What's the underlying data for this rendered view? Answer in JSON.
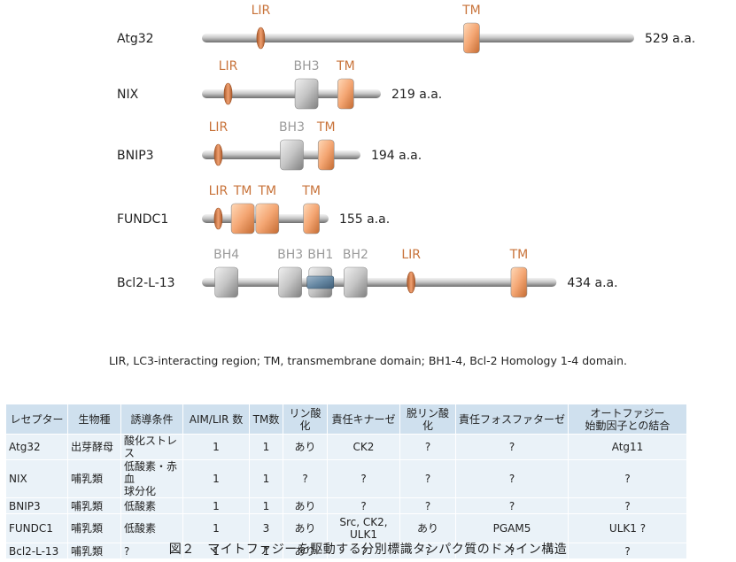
{
  "colors": {
    "lir": "#c8733a",
    "tm": "#c8733a",
    "bh": "#9a9a9a"
  },
  "proteins": [
    {
      "name": "Atg32",
      "length": "529 a.a.",
      "domains": [
        {
          "type": "LIR",
          "label": "LIR",
          "pos": 72
        },
        {
          "type": "TM",
          "label": "TM",
          "pos": 330
        }
      ]
    },
    {
      "name": "NIX",
      "length": "219 a.a.",
      "domains": [
        {
          "type": "LIR",
          "label": "LIR",
          "pos": 32
        },
        {
          "type": "BH",
          "label": "BH3",
          "pos": 128
        },
        {
          "type": "TM",
          "label": "TM",
          "pos": 176
        }
      ]
    },
    {
      "name": "BNIP3",
      "length": "194 a.a.",
      "domains": [
        {
          "type": "LIR",
          "label": "LIR",
          "pos": 20
        },
        {
          "type": "BH",
          "label": "BH3",
          "pos": 110
        },
        {
          "type": "TM",
          "label": "TM",
          "pos": 152
        }
      ]
    },
    {
      "name": "FUNDC1",
      "length": "155 a.a.",
      "domains": [
        {
          "type": "LIR",
          "label": "LIR",
          "pos": 20
        },
        {
          "type": "TM",
          "label": "TM",
          "pos": 50
        },
        {
          "type": "TM",
          "label": "TM",
          "pos": 80
        },
        {
          "type": "TM",
          "label": "TM",
          "pos": 134
        }
      ]
    },
    {
      "name": "Bcl2-L-13",
      "length": "434 a.a.",
      "domains": [
        {
          "type": "BH",
          "label": "BH4",
          "pos": 30
        },
        {
          "type": "BH",
          "label": "BH3",
          "pos": 108
        },
        {
          "type": "BH1",
          "label": "BH1",
          "pos": 145
        },
        {
          "type": "BH",
          "label": "BH2",
          "pos": 188
        },
        {
          "type": "LIR",
          "label": "LIR",
          "pos": 256
        },
        {
          "type": "TM",
          "label": "TM",
          "pos": 388
        }
      ]
    }
  ],
  "legend": "LIR, LC3-interacting region; TM, transmembrane domain; BH1-4, Bcl-2 Homology 1-4 domain.",
  "table": {
    "headers": [
      "レセプター",
      "生物種",
      "誘導条件",
      "AIM/LIR 数",
      "TM数",
      "リン酸化",
      "責任キナーゼ",
      "脱リン酸化",
      "責任フォスファターゼ",
      "オートファジー\n始動因子との結合"
    ],
    "rows": [
      [
        "Atg32",
        "出芽酵母",
        "酸化ストレス",
        "1",
        "1",
        "あり",
        "CK2",
        "?",
        "?",
        "Atg11"
      ],
      [
        "NIX",
        "哺乳類",
        "低酸素・赤血\n球分化",
        "1",
        "1",
        "?",
        "?",
        "?",
        "?",
        "?"
      ],
      [
        "BNIP3",
        "哺乳類",
        "低酸素",
        "1",
        "1",
        "あり",
        "?",
        "?",
        "?",
        "?"
      ],
      [
        "FUNDC1",
        "哺乳類",
        "低酸素",
        "1",
        "3",
        "あり",
        "Src, CK2,\nULK1",
        "あり",
        "PGAM5",
        "ULK1 ?"
      ],
      [
        "Bcl2-L-13",
        "哺乳類",
        "?",
        "1",
        "1",
        "あり",
        "?",
        "?",
        "?",
        "?"
      ]
    ]
  },
  "caption": "図２　マイトファジーを駆動する分別標識タンパク質のドメイン構造"
}
